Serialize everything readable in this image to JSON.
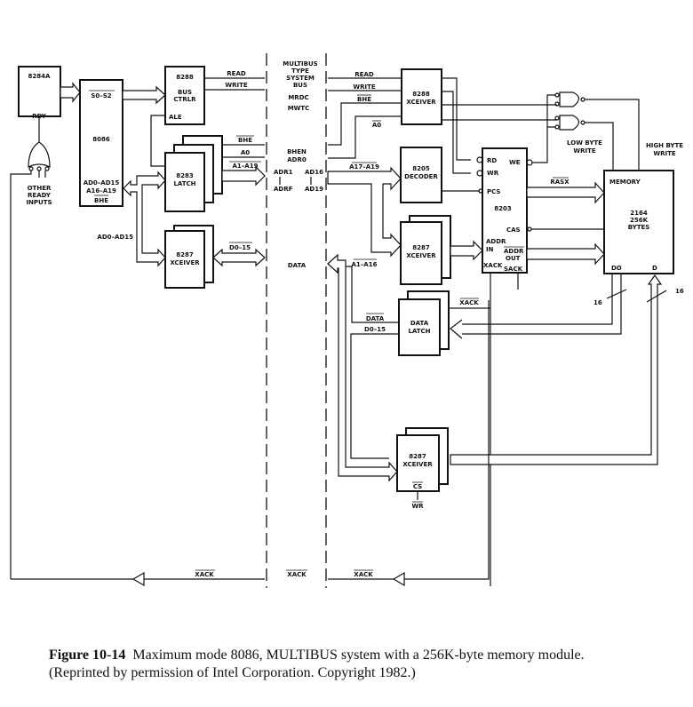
{
  "diagram": {
    "bus": {
      "title": [
        "MULTIBUS",
        "TYPE",
        "SYSTEM",
        "BUS"
      ],
      "mrdc": "MRDC",
      "mwtc": "MWTC",
      "bhen": "BHEN",
      "adr0": "ADR0",
      "adr1": "ADR1",
      "adrf": "ADRF",
      "ad16": "AD16",
      "ad19": "AD19",
      "data": "DATA",
      "xack": "XACK"
    },
    "clock": {
      "name": "8284A",
      "rdy": "RDY",
      "other_inputs": [
        "OTHER",
        "READY",
        "INPUTS"
      ]
    },
    "cpu": {
      "name": "8086",
      "s0s2": "S0–S2",
      "ad": "AD0–AD15",
      "a16": "A16–A19",
      "bhe": "BHE"
    },
    "bus_ctrl": {
      "name": "8288",
      "l1": "BUS",
      "l2": "CTRLR",
      "ale": "ALE",
      "read": "READ",
      "write": "WRITE"
    },
    "latch": {
      "name": "8283",
      "l1": "LATCH",
      "bhe": "BHE",
      "a0": "A0",
      "a1a19": "A1–A19"
    },
    "xceiver_left": {
      "name": "8287",
      "l1": "XCEIVER",
      "bus_label": "AD0–AD15",
      "d": "D0–15"
    },
    "mem_xceiver": {
      "name": "8288",
      "l1": "XCEIVER",
      "read": "READ",
      "write": "WRITE",
      "bhe": "BHE",
      "a0": "A0"
    },
    "decoder": {
      "name": "8205",
      "l1": "DECODER",
      "a17": "A17–A19"
    },
    "addr_xceiver": {
      "name": "8287",
      "l1": "XCEIVER",
      "a1a16": "A1–A16"
    },
    "dram_ctrl": {
      "name": "8203",
      "rd": "RD",
      "wr": "WR",
      "pcs": "PCS",
      "we": "WE",
      "cas": "CAS",
      "addr_in": [
        "ADDR",
        "IN"
      ],
      "addr_out": [
        "ADDR",
        "OUT"
      ],
      "xack": "XACK",
      "sack": "SACK"
    },
    "writes": {
      "low": [
        "LOW BYTE",
        "WRITE"
      ],
      "high": [
        "HIGH BYTE",
        "WRITE"
      ]
    },
    "memory": {
      "title": "MEMORY",
      "l1": "2164",
      "l2": "256K",
      "l3": "BYTES",
      "do": "DO",
      "di": "D",
      "ras": "RASX",
      "width1": "16",
      "width2": "16"
    },
    "data_latch": {
      "l1": "DATA",
      "l2": "LATCH",
      "data": "DATA",
      "d": "D0–15",
      "xack": "XACK"
    },
    "data_xceiver": {
      "name": "8287",
      "l1": "XCEIVER",
      "cs": "CS",
      "wr": "WR"
    },
    "xack": {
      "left": "XACK",
      "right": "XACK"
    }
  },
  "caption": {
    "label": "Figure 10-14",
    "text": "Maximum mode 8086, MULTIBUS system with a 256K-byte memory module.",
    "line2": "(Reprinted by permission of Intel Corporation. Copyright 1982.)"
  }
}
